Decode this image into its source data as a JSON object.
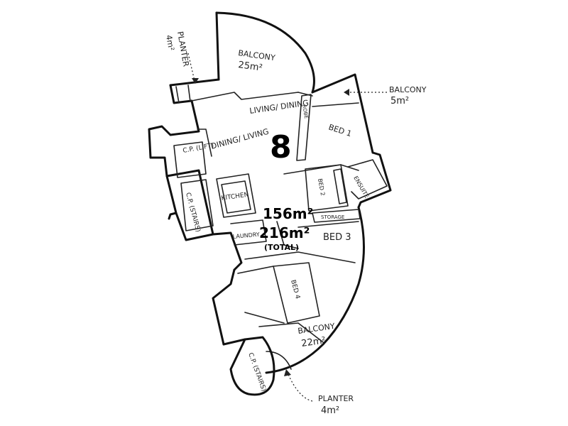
{
  "plan": {
    "unit_number": "8",
    "internal_area": "156m²",
    "total_area": "216m²",
    "total_note": "(TOTAL)",
    "rooms": {
      "balcony_north": "BALCONY",
      "balcony_north_area": "25m²",
      "balcony_east": "BALCONY",
      "balcony_east_area": "5m²",
      "balcony_south": "BALCONY",
      "balcony_south_area": "22m²",
      "planter_north": "PLANTER",
      "planter_north_area": "4m²",
      "planter_south": "PLANTER",
      "planter_south_area": "4m²",
      "living_dining": "LIVING/ DINING",
      "dining_living": "DINING/ LIVING",
      "bed1": "BED 1",
      "bed2": "BED 2",
      "bed3": "BED 3",
      "bed4": "BED 4",
      "ensuite": "ENSUITE",
      "kitchen": "KITCHEN",
      "laundry": "LAUNDRY",
      "storage": "STORAGE",
      "robe": "ROBE",
      "cp_lift": "C.P. (LIFT)",
      "cp_stairs": "C.P. (STAIRS)",
      "cp_stairs_south": "C.P. (STAIRS)"
    }
  }
}
